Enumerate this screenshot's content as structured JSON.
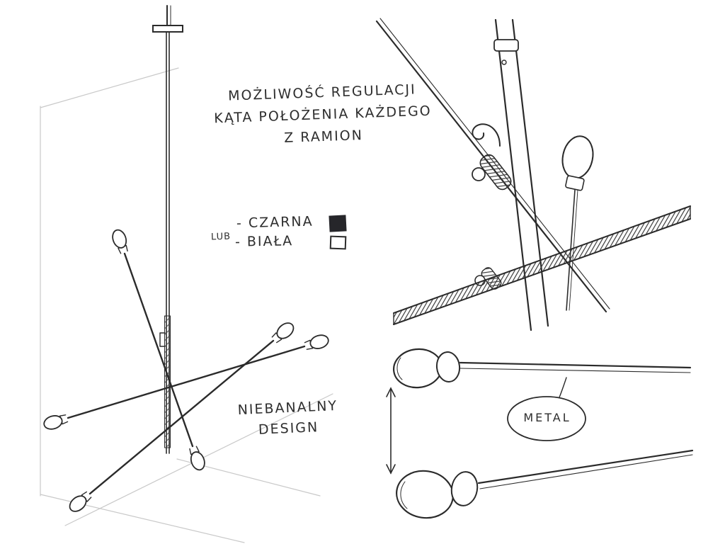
{
  "annotations": {
    "adjust_note_line1": "MOŻLIWOŚĆ REGULACJI",
    "adjust_note_line2": "KĄTA POŁOŻENIA KAŻDEGO",
    "adjust_note_line3": "Z RAMION",
    "color_black": "- CZARNA",
    "color_or": "LUB",
    "color_white": "- BIAŁA",
    "design_line1": "NIEBANALNY",
    "design_line2": "DESIGN",
    "material": "METAL"
  },
  "colors": {
    "ink": "#2b2b2b",
    "faint_line": "#c9c9c9",
    "swatch_black": "#26262a",
    "swatch_white": "#ffffff"
  }
}
